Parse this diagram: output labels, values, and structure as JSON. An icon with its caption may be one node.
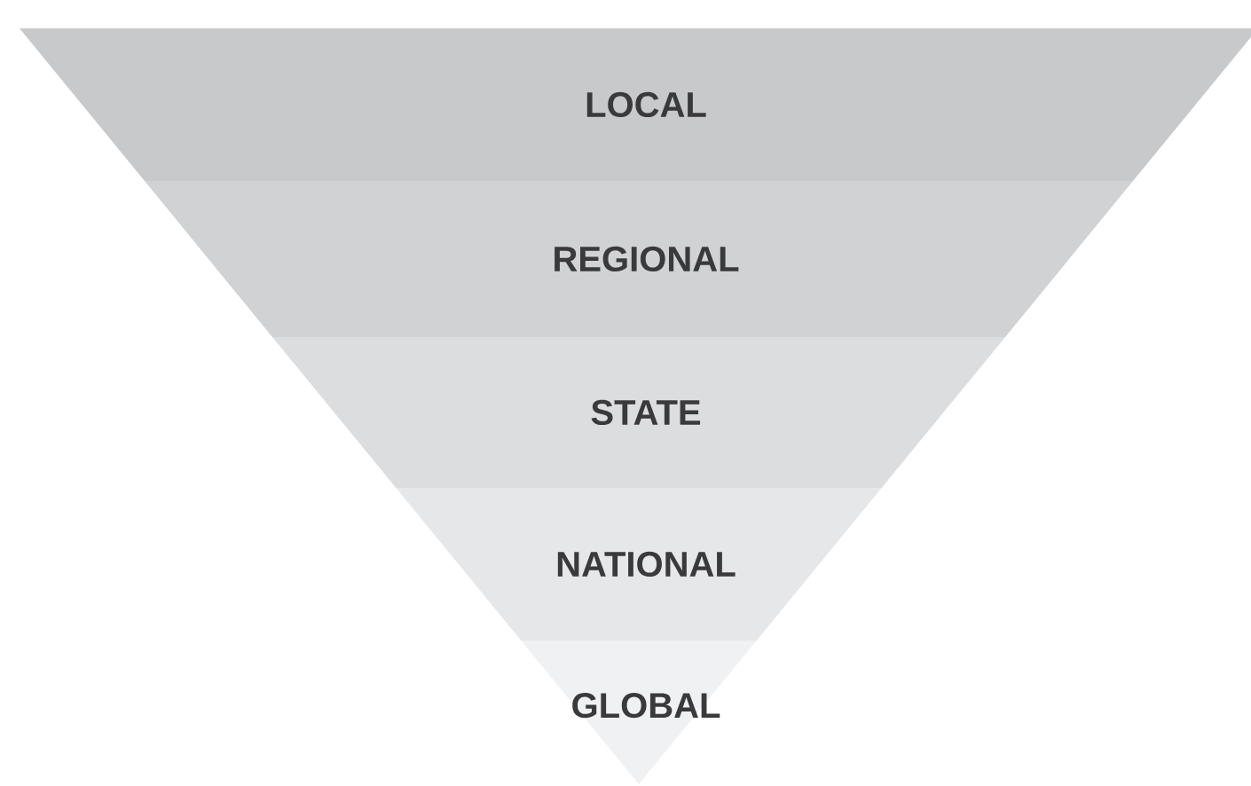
{
  "diagram": {
    "nodes": [
      {
        "text": [
          "LOCAL"
        ]
      },
      {
        "text": [
          "REGIONAL"
        ]
      },
      {
        "text": [
          "STATE"
        ]
      },
      {
        "text": [
          "NATIONAL"
        ]
      },
      {
        "text": [
          "GLOBAL"
        ]
      }
    ]
  }
}
